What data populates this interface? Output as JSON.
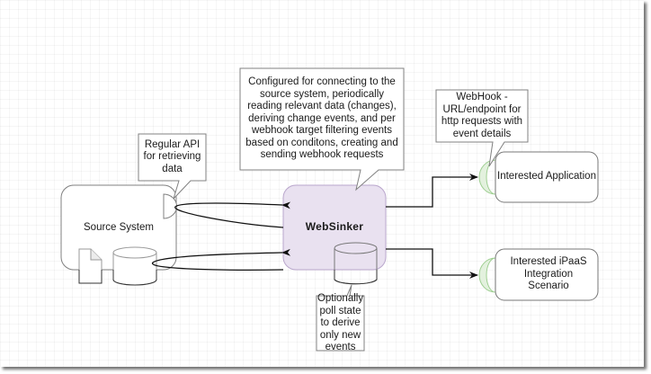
{
  "diagram": {
    "nodes": {
      "source_system": {
        "label": "Source System"
      },
      "websinker": {
        "label": "WebSinker",
        "fill": "#e9e1f0",
        "stroke": "#b9a6cc"
      },
      "interested_application": {
        "label": "Interested Application"
      },
      "interested_ipaas": {
        "label": "Interested iPaaS Integration Scenario"
      }
    },
    "callouts": {
      "regular_api": {
        "text": "Regular API for retrieving data"
      },
      "websinker_description": {
        "text": "Configured for connecting to the source system, periodically reading relevant data (changes), deriving change events, and per webhook target filtering events based on conditons, creating and sending webhook requests"
      },
      "webhook": {
        "text": "WebHook - URL/endpoint for http requests with event details"
      },
      "poll_state": {
        "text": "Optionally poll state to derive only new events"
      }
    },
    "edges": [
      {
        "from": "source_system.api",
        "to": "websinker",
        "style": "curved-loop"
      },
      {
        "from": "source_system.database",
        "to": "websinker",
        "style": "curved-loop"
      },
      {
        "from": "websinker",
        "to": "interested_application",
        "style": "orthogonal"
      },
      {
        "from": "websinker",
        "to": "interested_ipaas",
        "style": "orthogonal"
      }
    ],
    "colors": {
      "webhook_port_fill": "#e3f1de",
      "webhook_port_stroke": "#9fcf92",
      "line": "#1a1a1a",
      "box_stroke": "#666666"
    }
  }
}
